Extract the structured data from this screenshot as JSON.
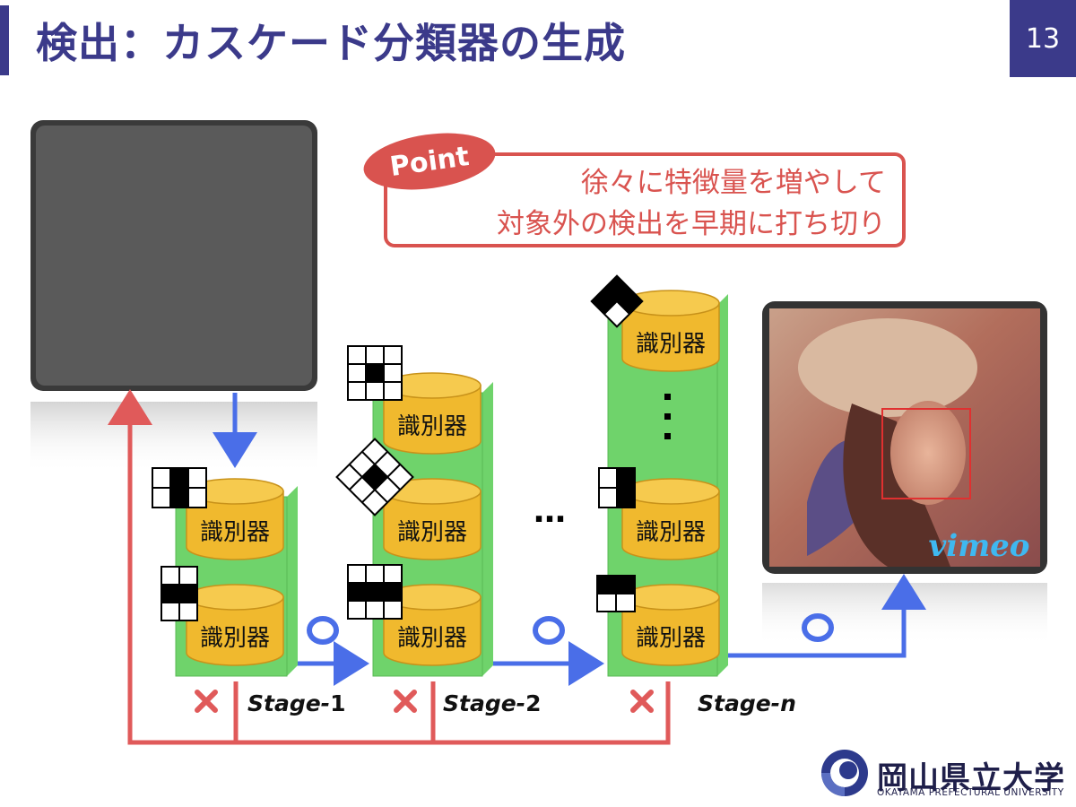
{
  "header": {
    "title": "検出：カスケード分類器の生成",
    "page_number": "13"
  },
  "point": {
    "badge": "Point",
    "line1": "徐々に特徴量を増やして",
    "line2": "対象外の検出を早期に打ち切り"
  },
  "classifier_label": "識別器",
  "stages": [
    {
      "label_prefix": "Stage-",
      "label_suffix": "1"
    },
    {
      "label_prefix": "Stage-",
      "label_suffix": "2"
    },
    {
      "label_prefix": "Stage-",
      "label_suffix": "n"
    }
  ],
  "ellipsis_horizontal": "…",
  "ellipsis_vertical": "⋮",
  "marks": {
    "pass": "○",
    "reject": "×"
  },
  "watermark": "vimeo",
  "logo": {
    "name": "岡山県立大学",
    "subtitle": "OKAYAMA PREFECTURAL UNIVERSITY"
  },
  "colors": {
    "title": "#3b3a8a",
    "reject_line": "#e05a5a",
    "pass_arrow": "#4a6ee8",
    "stage_green": "#6fd36b",
    "classifier_gold": "#f0b92e",
    "point_red": "#d9534f"
  }
}
